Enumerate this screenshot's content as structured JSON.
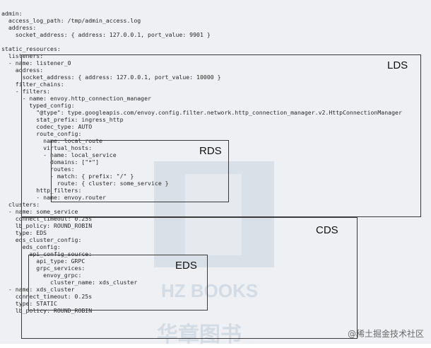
{
  "code_lines": [
    "admin:",
    "  access_log_path: /tmp/admin_access.log",
    "  address:",
    "    socket_address: { address: 127.0.0.1, port_value: 9901 }",
    "",
    "static_resources:",
    "  listeners:",
    "  - name: listener_0",
    "    address:",
    "      socket_address: { address: 127.0.0.1, port_value: 10000 }",
    "    filter_chains:",
    "    - filters:",
    "      - name: envoy.http_connection_manager",
    "        typed_config:",
    "          \"@type\": type.googleapis.com/envoy.config.filter.network.http_connection_manager.v2.HttpConnectionManager",
    "          stat_prefix: ingress_http",
    "          codec_type: AUTO",
    "          route_config:",
    "            name: local_route",
    "            virtual_hosts:",
    "            - name: local_service",
    "              domains: [\"*\"]",
    "              routes:",
    "              - match: { prefix: \"/\" }",
    "                route: { cluster: some_service }",
    "          http_filters:",
    "          - name: envoy.router",
    "  clusters:",
    "  - name: some_service",
    "    connect_timeout: 0.25s",
    "    lb_policy: ROUND_ROBIN",
    "    type: EDS",
    "    eds_cluster_config:",
    "      eds_config:",
    "        api_config_source:",
    "          api_type: GRPC",
    "          grpc_services:",
    "            envoy_grpc:",
    "              cluster_name: xds_cluster",
    "  - name: xds_cluster",
    "    connect_timeout: 0.25s",
    "    type: STATIC",
    "    lb_policy: ROUND_ROBIN"
  ],
  "labels": {
    "lds": "LDS",
    "rds": "RDS",
    "cds": "CDS",
    "eds": "EDS"
  },
  "watermark": {
    "latin": "HZ BOOKS",
    "cjk": "华章图书"
  },
  "credit": "@稀土掘金技术社区"
}
